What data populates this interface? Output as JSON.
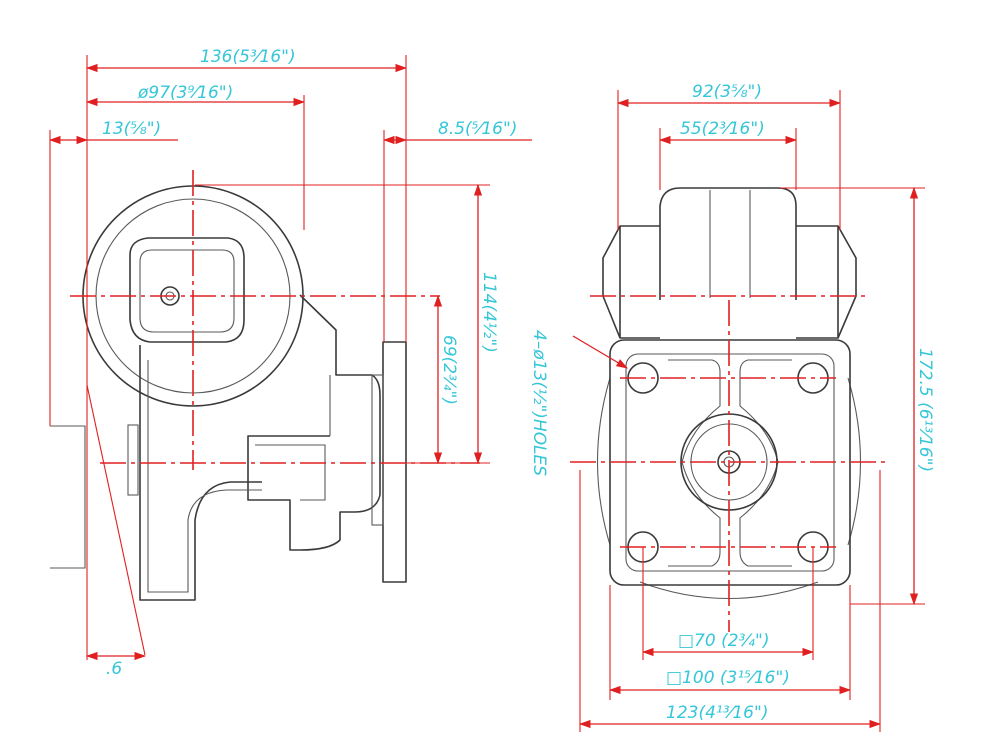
{
  "colors": {
    "dimension_line": "#e02020",
    "dimension_text": "#35c6d8",
    "part_outline": "#3a3a3a",
    "background": "#ffffff"
  },
  "dimensions": {
    "overall_length": "136(5³⁄16\")",
    "wheel_diameter": "ø97(3⁹⁄16\")",
    "offset": "13(⅝\")",
    "plate_thickness": "8.5(⁵⁄16\")",
    "height_to_axle": "114(4½\")",
    "axle_offset": "69(2¾\")",
    "swivel_offset": ".6",
    "overall_width": "92(3⅝\")",
    "wheel_width": "55(2³⁄16\")",
    "overall_height": "172.5 (6¹³⁄16\")",
    "bolt_holes": "4–ø13(½\")HOLES",
    "bolt_pattern_inner": "□70 (2¾\")",
    "plate_square": "□100 (3¹⁵⁄16\")",
    "swivel_diameter": "123(4¹³⁄16\")"
  }
}
